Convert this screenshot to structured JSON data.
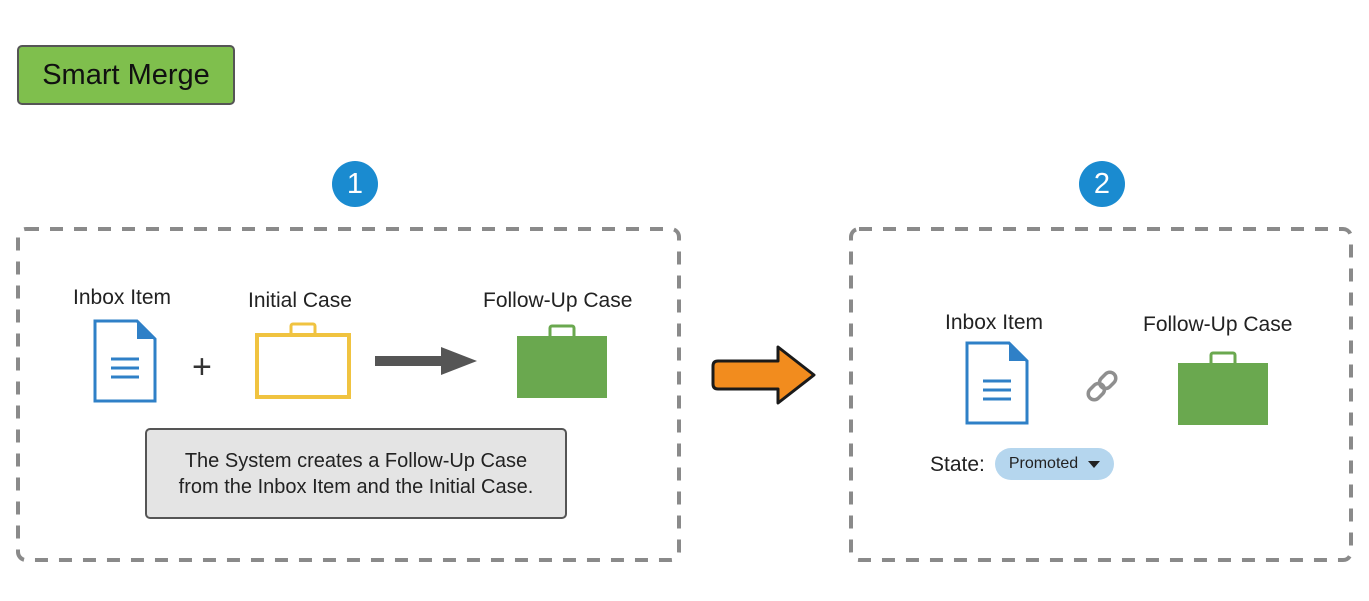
{
  "title": "Smart Merge",
  "step1": {
    "badge": "1",
    "inbox_label": "Inbox Item",
    "initial_label": "Initial Case",
    "followup_label": "Follow-Up Case",
    "plus": "+",
    "note_line1": "The System creates a Follow-Up Case",
    "note_line2": "from the Inbox Item and the Initial Case."
  },
  "step2": {
    "badge": "2",
    "inbox_label": "Inbox Item",
    "followup_label": "Follow-Up Case",
    "state_label": "State:",
    "state_value": "Promoted"
  },
  "icons": {
    "document": "document-icon",
    "briefcase_outline": "briefcase-outline-icon",
    "briefcase_filled": "briefcase-icon",
    "link": "link-icon",
    "arrow": "arrow-right-icon",
    "big_arrow": "big-arrow-icon",
    "caret": "chevron-down-icon"
  },
  "colors": {
    "title_bg": "#7fbf4d",
    "badge": "#1a8bd0",
    "document": "#2f80c7",
    "case_outline": "#f0c340",
    "case_filled": "#6aa84f",
    "big_arrow": "#f28c1e",
    "pill": "#b5d6ee"
  }
}
